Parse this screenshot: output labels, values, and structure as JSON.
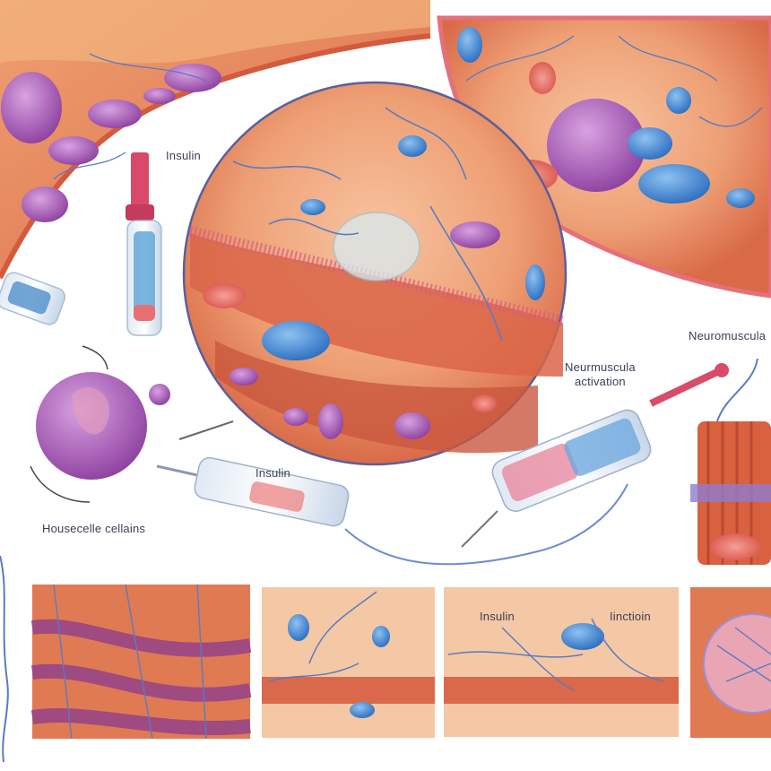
{
  "labels": {
    "insulin_vial": "Insulin",
    "insulin_syringe": "Insulin",
    "neuromuscular_right": "Neuromuscula",
    "neuromuscular_activation_line1": "Neurmuscula",
    "neuromuscular_activation_line2": "activation",
    "muscle_cells": "Housecelle cellains",
    "panel_insulin": "Insulin",
    "panel_injection": "Iinctioin"
  },
  "colors": {
    "muscle": "#e07a52",
    "muscle_dark": "#c65a3c",
    "cell_purple": "#a85cb8",
    "cell_blue": "#3f86d1",
    "rbc": "#e0655a",
    "nerve": "#5a7bc4",
    "syringe_plunger": "#d84b6a"
  }
}
